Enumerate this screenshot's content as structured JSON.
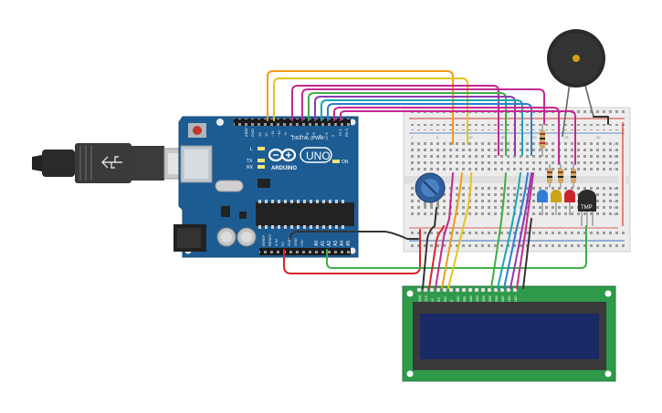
{
  "colors": {
    "board": "#1d5c93",
    "board_dark": "#154a78",
    "breadboard": "#ececec",
    "rail_red": "#d33a2f",
    "rail_blue": "#3a6fb8",
    "lcd_pcb": "#2f9a4a",
    "lcd_screen": "#1a2a66",
    "buzzer": "#2a2a2a",
    "pot": "#2f5f9b",
    "wire_orange": "#f29a1a",
    "wire_yellow": "#e5c41d",
    "wire_magenta": "#c42a8f",
    "wire_purple": "#8c3bb0",
    "wire_green": "#3fae48",
    "wire_teal": "#1aa7b0",
    "wire_blue": "#2a7fd1",
    "wire_red": "#d8252a",
    "wire_black": "#333333"
  },
  "icons": [
    "usb-cable-icon",
    "arduino-infinity-logo-icon",
    "buzzer-icon",
    "potentiometer-icon",
    "led-icon",
    "resistor-icon",
    "temperature-sensor-icon"
  ],
  "arduino": {
    "brand": "ARDUINO",
    "model": "UNO",
    "digital_label": "DIGITAL (PWM~)",
    "on_label": "ON",
    "tx_label": "TX",
    "rx_label": "RX",
    "l_label": "L",
    "analog_pins": [
      "A0",
      "A1",
      "A2",
      "A3",
      "A4",
      "A5"
    ],
    "digital_pins": [
      "AREF",
      "GND",
      "13",
      "12",
      "~11",
      "~10",
      "~9",
      "8",
      "7",
      "~6",
      "~5",
      "4",
      "~3",
      "2",
      "TX 1",
      "RX 0"
    ],
    "power_pins": [
      "IOREF",
      "RESET",
      "3.3V",
      "5V",
      "GND",
      "GND",
      "VIN"
    ]
  },
  "breadboard": {
    "column_numbers": [
      "1",
      "5",
      "10",
      "15",
      "20",
      "25",
      "30"
    ],
    "row_letters": [
      "a",
      "b",
      "c",
      "d",
      "e",
      "f",
      "g",
      "h",
      "i",
      "j"
    ]
  },
  "sensor": {
    "label": "TMP"
  },
  "lcd": {
    "pins": [
      "GND",
      "VCC",
      "V0",
      "RS",
      "RW",
      "E",
      "DB0",
      "DB1",
      "DB2",
      "DB3",
      "DB4",
      "DB5",
      "DB6",
      "DB7",
      "LED",
      "LED"
    ]
  },
  "leds": [
    {
      "name": "blue",
      "color": "#2f7fd4"
    },
    {
      "name": "yellow",
      "color": "#c7a516"
    },
    {
      "name": "red",
      "color": "#c7252a"
    }
  ]
}
